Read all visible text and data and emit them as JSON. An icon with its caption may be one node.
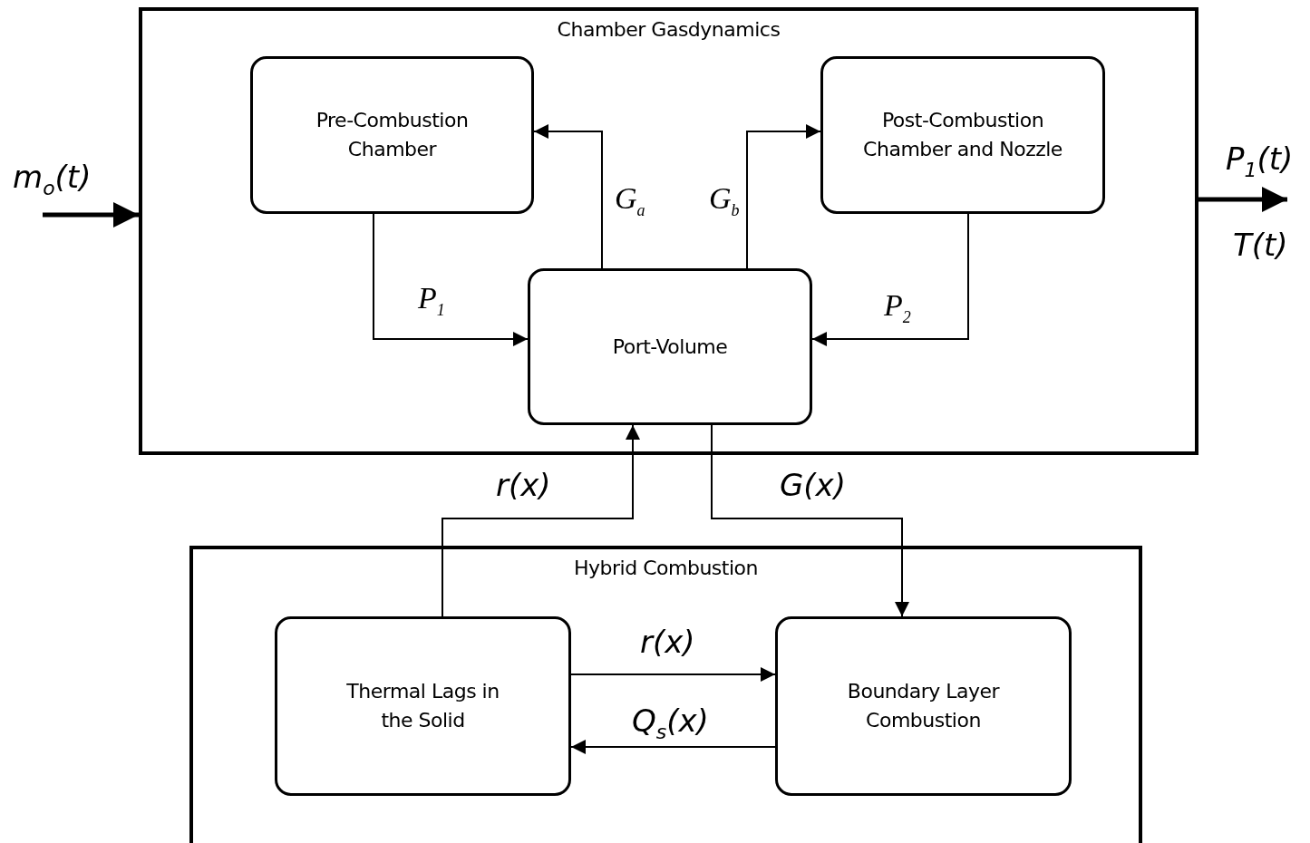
{
  "diagram": {
    "nodes": [
      {
        "text": [
          "Chamber Gasdynamics"
        ]
      },
      {
        "text": [
          "Pre-Combustion Chamber"
        ],
        "in": 0
      },
      {
        "text": [
          "Post-Combustion Chamber and Nozzle"
        ],
        "in": 0
      },
      {
        "text": [
          "Port-Volume"
        ],
        "in": 0
      },
      {
        "text": [
          "Hybrid Combustion"
        ]
      },
      {
        "text": [
          "Thermal Lags in the Solid"
        ],
        "in": 4
      },
      {
        "text": [
          "Boundary Layer Combustion"
        ],
        "in": 4
      }
    ],
    "edges": [
      {
        "from": null,
        "to": 0,
        "arrow": "to",
        "label": "m$_{o}$(t)",
        "style": "thick"
      },
      {
        "from": 0,
        "to": null,
        "arrow": "to",
        "label": "P$_{1}$(t)",
        "style": "thick"
      },
      {
        "from": 3,
        "to": 1,
        "arrow": "to",
        "label": "G$_{a}$"
      },
      {
        "from": 3,
        "to": 2,
        "arrow": "to",
        "label": "G$_{b}$"
      },
      {
        "from": 1,
        "to": 3,
        "arrow": "to",
        "label": "P$_{1}$"
      },
      {
        "from": 2,
        "to": 3,
        "arrow": "to",
        "label": "P$_{2}$"
      },
      {
        "from": 5,
        "to": 3,
        "arrow": "to",
        "label": "r(x)"
      },
      {
        "from": 3,
        "to": 6,
        "arrow": "to",
        "label": "G(x)"
      },
      {
        "from": 5,
        "to": 6,
        "arrow": "to",
        "label": "r(x)"
      },
      {
        "from": 6,
        "to": 5,
        "arrow": "to",
        "label": "Q$_{s}$(x)"
      }
    ],
    "labels": [
      "T(t)"
    ]
  }
}
